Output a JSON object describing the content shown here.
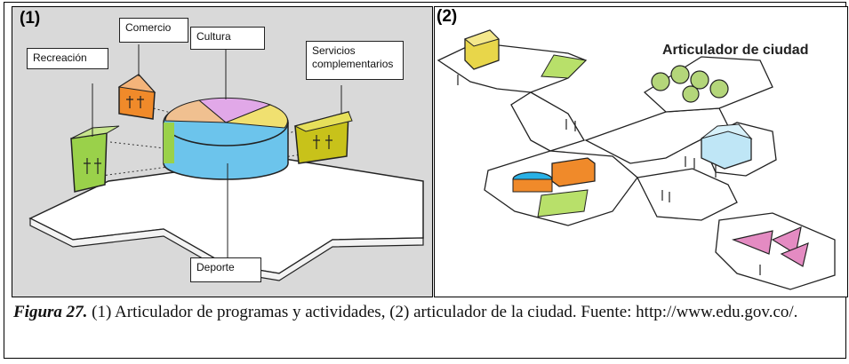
{
  "panel1": {
    "label": "(1)",
    "callouts": {
      "recreacion": "Recreación",
      "comercio": "Comercio",
      "cultura": "Cultura",
      "servicios_line1": "Servicios",
      "servicios_line2": "complementarios",
      "deporte": "Deporte"
    }
  },
  "panel2": {
    "label": "(2)",
    "title": "Articulador de ciudad"
  },
  "caption": {
    "figure_label": "Figura 27.",
    "text": " (1) Articulador de programas y actividades, (2) articulador de la ciudad. Fuente: http://www.edu.gov.co/."
  }
}
